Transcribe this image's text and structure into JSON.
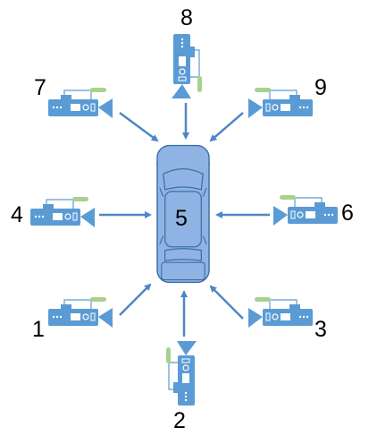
{
  "diagram": {
    "center_label": "5",
    "cameras": [
      {
        "label": "1"
      },
      {
        "label": "2"
      },
      {
        "label": "3"
      },
      {
        "label": "4"
      },
      {
        "label": "6"
      },
      {
        "label": "7"
      },
      {
        "label": "8"
      },
      {
        "label": "9"
      }
    ]
  },
  "colors": {
    "camera_body": "#5b9bd5",
    "camera_detail": "#ffffff",
    "camera_accent": "#a9d18e",
    "car_fill": "#8fb4e3",
    "car_stroke": "#3d6fa8",
    "arrow": "#4f86c6"
  },
  "icons": {
    "camera": "video-camera-icon",
    "car": "car-top-view-icon"
  }
}
